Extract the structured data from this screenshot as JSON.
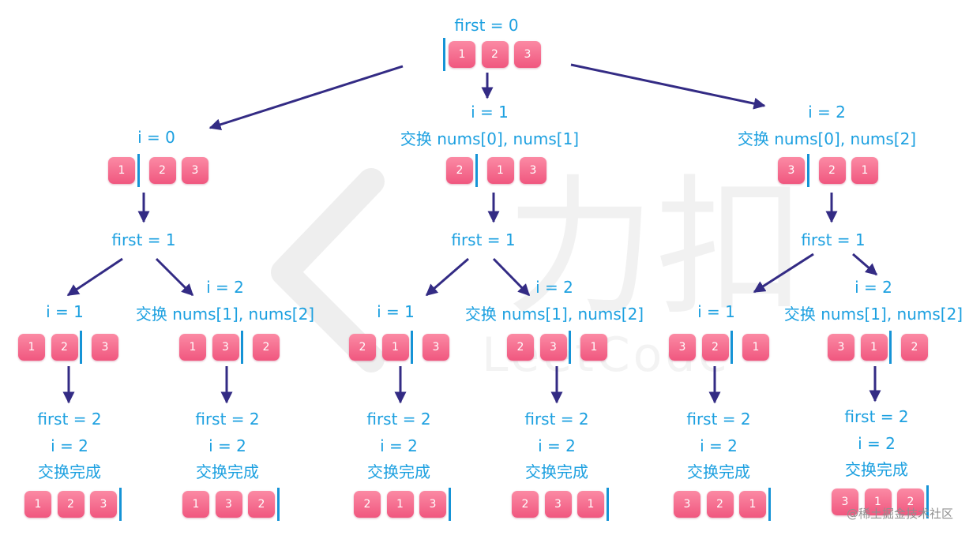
{
  "colors": {
    "label": "#1ca0e0",
    "arrow": "#332b84",
    "cell": "#f0577f",
    "divider": "#1593d6",
    "watermark": "#eeeeee"
  },
  "icons": {
    "watermark": "leetcode-logo-icon"
  },
  "watermark": {
    "text": "力扣",
    "subtext": "LeetCode"
  },
  "credit": "@稀土掘金技术社区",
  "nodes": [
    {
      "id": "root",
      "lines": [
        "first = 0"
      ],
      "cells": [
        "1",
        "2",
        "3"
      ],
      "divider": 0
    },
    {
      "id": "n0",
      "lines": [
        "i = 0"
      ],
      "cells": [
        "1",
        "2",
        "3"
      ],
      "divider": 1
    },
    {
      "id": "n1",
      "lines": [
        "i = 1",
        "交换 nums[0], nums[1]"
      ],
      "cells": [
        "2",
        "1",
        "3"
      ],
      "divider": 1
    },
    {
      "id": "n2",
      "lines": [
        "i = 2",
        "交换 nums[0], nums[2]"
      ],
      "cells": [
        "3",
        "2",
        "1"
      ],
      "divider": 1
    },
    {
      "id": "f0",
      "lines": [
        "first = 1"
      ]
    },
    {
      "id": "f1",
      "lines": [
        "first = 1"
      ]
    },
    {
      "id": "f2",
      "lines": [
        "first = 1"
      ]
    },
    {
      "id": "n00",
      "lines": [
        "i = 1"
      ],
      "cells": [
        "1",
        "2",
        "3"
      ],
      "divider": 2
    },
    {
      "id": "n01",
      "lines": [
        "i = 2",
        "交换 nums[1], nums[2]"
      ],
      "cells": [
        "1",
        "3",
        "2"
      ],
      "divider": 2
    },
    {
      "id": "n10",
      "lines": [
        "i = 1"
      ],
      "cells": [
        "2",
        "1",
        "3"
      ],
      "divider": 2
    },
    {
      "id": "n11",
      "lines": [
        "i = 2",
        "交换 nums[1], nums[2]"
      ],
      "cells": [
        "2",
        "3",
        "1"
      ],
      "divider": 2
    },
    {
      "id": "n20",
      "lines": [
        "i = 1"
      ],
      "cells": [
        "3",
        "2",
        "1"
      ],
      "divider": 2
    },
    {
      "id": "n21",
      "lines": [
        "i = 2",
        "交换 nums[1], nums[2]"
      ],
      "cells": [
        "3",
        "1",
        "2"
      ],
      "divider": 2
    },
    {
      "id": "l00",
      "lines": [
        "first = 2",
        "i = 2",
        "交换完成"
      ],
      "cells": [
        "1",
        "2",
        "3"
      ],
      "divider": 3
    },
    {
      "id": "l01",
      "lines": [
        "first = 2",
        "i = 2",
        "交换完成"
      ],
      "cells": [
        "1",
        "3",
        "2"
      ],
      "divider": 3
    },
    {
      "id": "l10",
      "lines": [
        "first = 2",
        "i = 2",
        "交换完成"
      ],
      "cells": [
        "2",
        "1",
        "3"
      ],
      "divider": 3
    },
    {
      "id": "l11",
      "lines": [
        "first = 2",
        "i = 2",
        "交换完成"
      ],
      "cells": [
        "2",
        "3",
        "1"
      ],
      "divider": 3
    },
    {
      "id": "l20",
      "lines": [
        "first = 2",
        "i = 2",
        "交换完成"
      ],
      "cells": [
        "3",
        "2",
        "1"
      ],
      "divider": 3
    },
    {
      "id": "l21",
      "lines": [
        "first = 2",
        "i = 2",
        "交换完成"
      ],
      "cells": [
        "3",
        "1",
        "2"
      ],
      "divider": 3
    }
  ],
  "edges": [
    [
      "root",
      "n0"
    ],
    [
      "root",
      "n1"
    ],
    [
      "root",
      "n2"
    ],
    [
      "n0",
      "f0"
    ],
    [
      "n1",
      "f1"
    ],
    [
      "n2",
      "f2"
    ],
    [
      "f0",
      "n00"
    ],
    [
      "f0",
      "n01"
    ],
    [
      "f1",
      "n10"
    ],
    [
      "f1",
      "n11"
    ],
    [
      "f2",
      "n20"
    ],
    [
      "f2",
      "n21"
    ],
    [
      "n00",
      "l00"
    ],
    [
      "n01",
      "l01"
    ],
    [
      "n10",
      "l10"
    ],
    [
      "n11",
      "l11"
    ],
    [
      "n20",
      "l20"
    ],
    [
      "n21",
      "l21"
    ]
  ]
}
